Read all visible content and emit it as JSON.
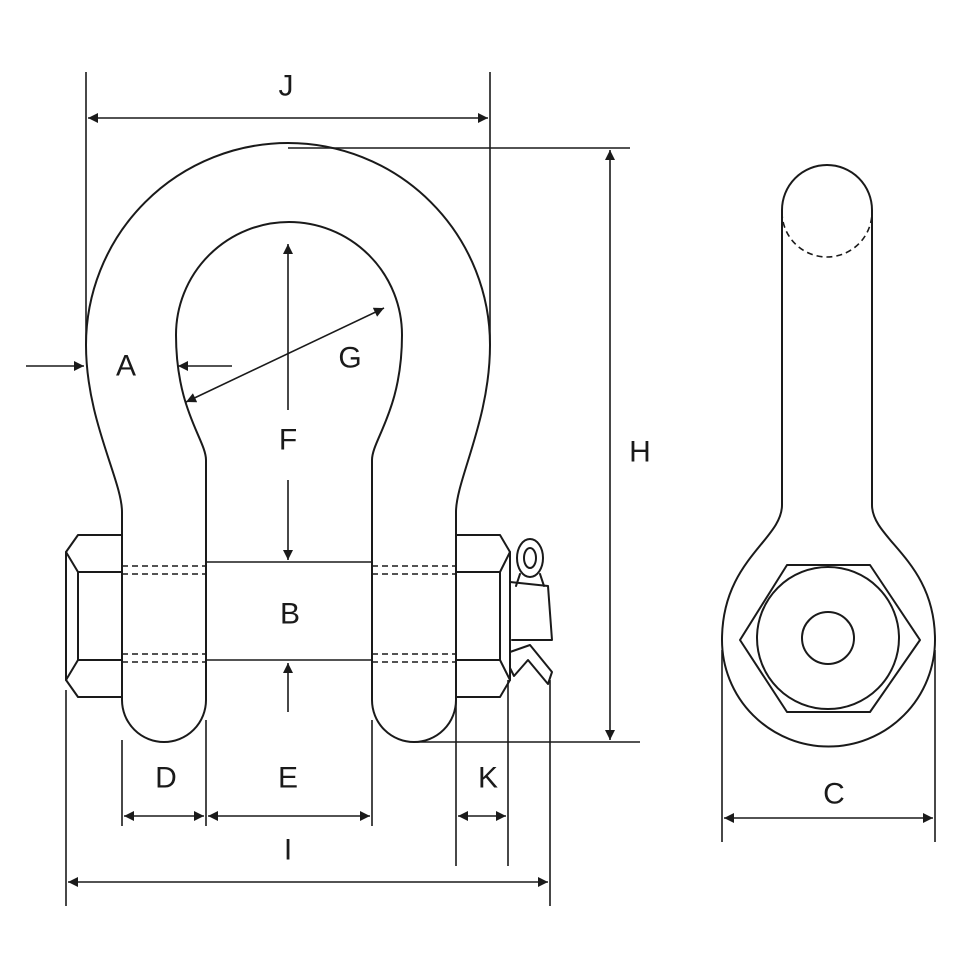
{
  "diagram": {
    "labels": {
      "a": "A",
      "b": "B",
      "c": "C",
      "d": "D",
      "e": "E",
      "f": "F",
      "g": "G",
      "h": "H",
      "i": "I",
      "j": "J",
      "k": "K"
    },
    "colors": {
      "line": "#1a1a1a",
      "background": "#ffffff"
    }
  }
}
